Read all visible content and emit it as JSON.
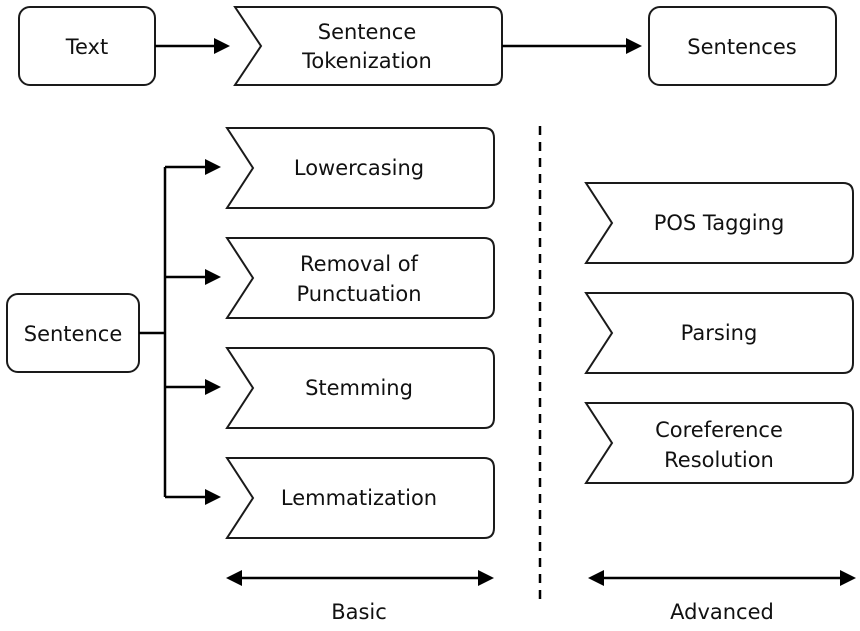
{
  "top_row": {
    "text": "Text",
    "sentence_tokenization_line1": "Sentence",
    "sentence_tokenization_line2": "Tokenization",
    "sentences": "Sentences"
  },
  "left": {
    "sentence": "Sentence"
  },
  "basic_steps": {
    "lowercasing": "Lowercasing",
    "removal_line1": "Removal of",
    "removal_line2": "Punctuation",
    "stemming": "Stemming",
    "lemmatization": "Lemmatization"
  },
  "advanced_steps": {
    "pos_tagging": "POS Tagging",
    "parsing": "Parsing",
    "coref_line1": "Coreference",
    "coref_line2": "Resolution"
  },
  "ranges": {
    "basic": "Basic",
    "advanced": "Advanced"
  }
}
